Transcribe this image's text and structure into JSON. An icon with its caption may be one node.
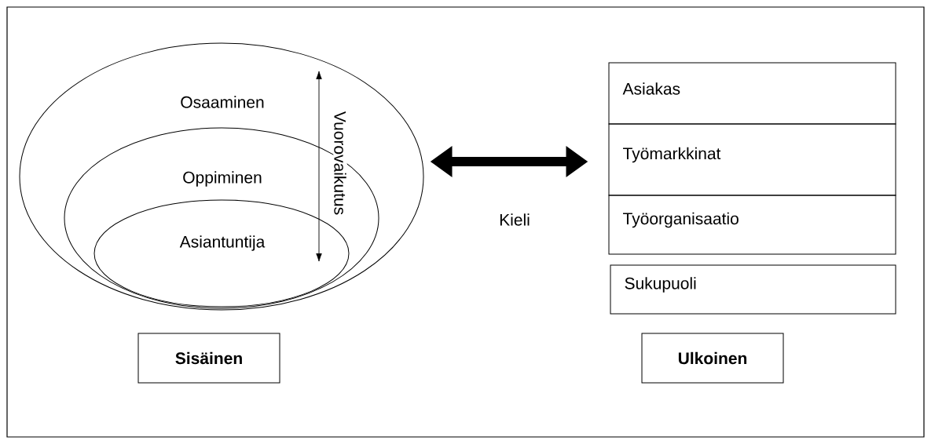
{
  "diagram": {
    "nodes": [
      {
        "text": [
          "Osaaminen"
        ]
      },
      {
        "text": [
          "Oppiminen"
        ],
        "in": 0
      },
      {
        "text": [
          "Asiantuntija"
        ],
        "in": 1
      },
      {
        "text": [
          "Asiakas"
        ]
      },
      {
        "text": [
          "Työmarkkinat"
        ]
      },
      {
        "text": [
          "Työorganisaatio"
        ]
      },
      {
        "text": [
          "Sukupuoli"
        ]
      },
      {
        "text": [
          "Sisäinen"
        ]
      },
      {
        "text": [
          "Ulkoinen"
        ]
      }
    ],
    "edges": [
      {
        "from": 0,
        "to": 4,
        "arrow": "both",
        "label": "Kieli"
      }
    ],
    "labels": [
      "Vuorovaikutus"
    ]
  }
}
